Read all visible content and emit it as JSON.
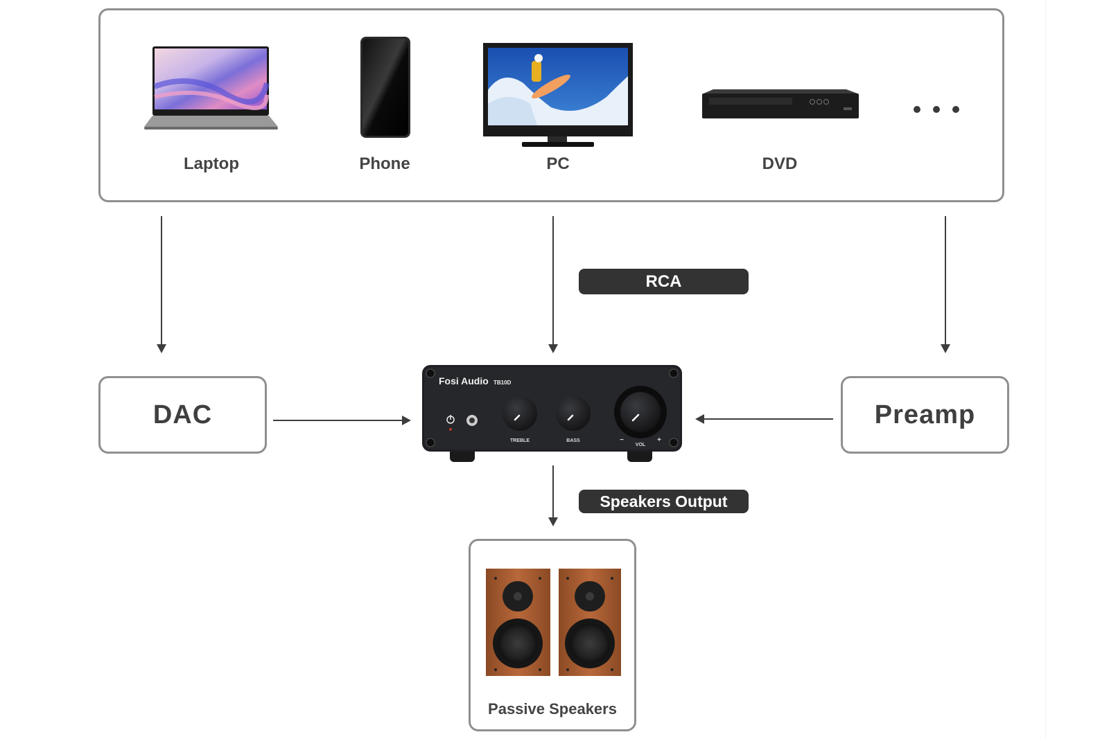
{
  "diagram": {
    "sources": {
      "items": [
        {
          "label": "Laptop",
          "icon": "laptop-icon"
        },
        {
          "label": "Phone",
          "icon": "phone-icon"
        },
        {
          "label": "PC",
          "icon": "monitor-icon"
        },
        {
          "label": "DVD",
          "icon": "dvd-player-icon"
        }
      ],
      "more": "more-icon"
    },
    "connection_tags": {
      "rca": "RCA",
      "speakers_output": "Speakers Output"
    },
    "nodes": {
      "dac": "DAC",
      "preamp": "Preamp",
      "speakers": "Passive Speakers"
    },
    "amplifier": {
      "brand": "Fosi Audio",
      "model": "TB10D",
      "knobs": [
        "TREBLE",
        "BASS",
        "VOL"
      ],
      "vol_minus": "−",
      "vol_plus": "+"
    },
    "colors": {
      "border": "#8f8f8f",
      "arrow": "#3d3d3d",
      "tag_bg": "#333333",
      "amp_body": "#1e1f22",
      "wood": "#a0522d"
    }
  }
}
